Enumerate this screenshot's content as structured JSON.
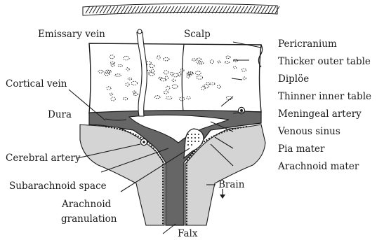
{
  "diagram": {
    "labels": {
      "emissary_vein": "Emissary vein",
      "scalp": "Scalp",
      "pericranium": "Pericranium",
      "thicker_outer_table": "Thicker outer table",
      "diploe": "Diplöe",
      "cortical_vein": "Cortical vein",
      "thinner_inner_table": "Thinner inner table",
      "dura": "Dura",
      "meningeal_artery": "Meningeal artery",
      "venous_sinus": "Venous sinus",
      "pia_mater": "Pia mater",
      "cerebral_artery": "Cerebral artery",
      "arachnoid_mater": "Arachnoid mater",
      "subarachnoid_space": "Subarachnoid space",
      "brain": "Brain",
      "arachnoid_line1": "Arachnoid",
      "arachnoid_line2": "granulation",
      "falx": "Falx"
    },
    "colors": {
      "ink": "#1a1a1a",
      "dura": "#666666",
      "brain": "#d4d4d4",
      "sinus": "#ffffff",
      "bone": "#ffffff"
    }
  }
}
